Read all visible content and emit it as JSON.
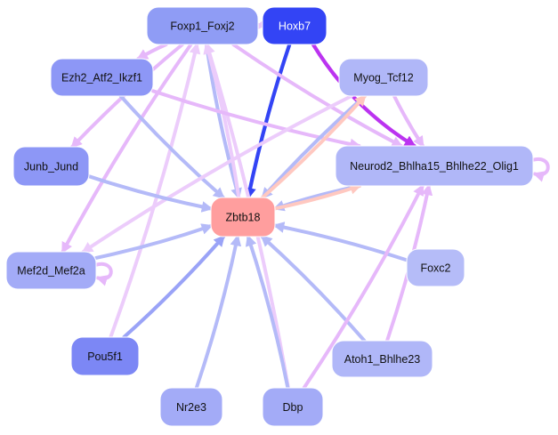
{
  "diagram": {
    "type": "gene-regulatory-network",
    "nodes": [
      {
        "id": "Foxp1_Foxj2",
        "label": "Foxp1_Foxj2",
        "fill": "#8f9cf5",
        "text_color": "#111111"
      },
      {
        "id": "Hoxb7",
        "label": "Hoxb7",
        "fill": "#3344f5",
        "text_color": "#ffffff"
      },
      {
        "id": "Ezh2_Atf2_Ikzf1",
        "label": "Ezh2_Atf2_Ikzf1",
        "fill": "#8d97f6",
        "text_color": "#111111"
      },
      {
        "id": "Myog_Tcf12",
        "label": "Myog_Tcf12",
        "fill": "#b0b7f8",
        "text_color": "#111111"
      },
      {
        "id": "Junb_Jund",
        "label": "Junb_Jund",
        "fill": "#8d97f6",
        "text_color": "#111111"
      },
      {
        "id": "Neurod2_Bhlha15_Bhlhe22_Olig1",
        "label": "Neurod2_Bhlha15_Bhlhe22_Olig1",
        "fill": "#b0b7f8",
        "text_color": "#111111"
      },
      {
        "id": "Zbtb18",
        "label": "Zbtb18",
        "fill": "#ff9e9e",
        "text_color": "#111111"
      },
      {
        "id": "Mef2d_Mef2a",
        "label": "Mef2d_Mef2a",
        "fill": "#a3abf7",
        "text_color": "#111111"
      },
      {
        "id": "Foxc2",
        "label": "Foxc2",
        "fill": "#b5bcf8",
        "text_color": "#111111"
      },
      {
        "id": "Pou5f1",
        "label": "Pou5f1",
        "fill": "#7c87f5",
        "text_color": "#111111"
      },
      {
        "id": "Atoh1_Bhlhe23",
        "label": "Atoh1_Bhlhe23",
        "fill": "#b0b7f8",
        "text_color": "#111111"
      },
      {
        "id": "Nr2e3",
        "label": "Nr2e3",
        "fill": "#a3abf7",
        "text_color": "#111111"
      },
      {
        "id": "Dbp",
        "label": "Dbp",
        "fill": "#a3abf7",
        "text_color": "#111111"
      }
    ],
    "edges": [
      {
        "from": "Hoxb7",
        "to": "Zbtb18",
        "color": "#3344f5"
      },
      {
        "from": "Hoxb7",
        "to": "Neurod2_Bhlha15_Bhlhe22_Olig1",
        "color": "#bb33f0"
      },
      {
        "from": "Foxp1_Foxj2",
        "to": "Hoxb7",
        "color": "#e8c8fa"
      },
      {
        "from": "Hoxb7",
        "to": "Foxp1_Foxj2",
        "color": "#e8c8fa"
      },
      {
        "from": "Foxp1_Foxj2",
        "to": "Zbtb18",
        "color": "#b4baf8"
      },
      {
        "from": "Foxp1_Foxj2",
        "to": "Neurod2_Bhlha15_Bhlhe22_Olig1",
        "color": "#e6b8fa"
      },
      {
        "from": "Foxp1_Foxj2",
        "to": "Junb_Jund",
        "color": "#e6b8fa"
      },
      {
        "from": "Foxp1_Foxj2",
        "to": "Mef2d_Mef2a",
        "color": "#e6b8fa"
      },
      {
        "from": "Foxp1_Foxj2",
        "to": "Ezh2_Atf2_Ikzf1",
        "color": "#e6b8fa"
      },
      {
        "from": "Pou5f1",
        "to": "Foxp1_Foxj2",
        "color": "#ecccfb"
      },
      {
        "from": "Dbp",
        "to": "Foxp1_Foxj2",
        "color": "#ecccfb"
      },
      {
        "from": "Zbtb18",
        "to": "Foxp1_Foxj2",
        "color": "#ecccfb"
      },
      {
        "from": "Ezh2_Atf2_Ikzf1",
        "to": "Zbtb18",
        "color": "#b4baf8"
      },
      {
        "from": "Ezh2_Atf2_Ikzf1",
        "to": "Neurod2_Bhlha15_Bhlhe22_Olig1",
        "color": "#e6b8fa"
      },
      {
        "from": "Myog_Tcf12",
        "to": "Zbtb18",
        "color": "#b4baf8"
      },
      {
        "from": "Zbtb18",
        "to": "Myog_Tcf12",
        "color": "#ffc8c0"
      },
      {
        "from": "Myog_Tcf12",
        "to": "Mef2d_Mef2a",
        "color": "#ecccfb"
      },
      {
        "from": "Myog_Tcf12",
        "to": "Neurod2_Bhlha15_Bhlhe22_Olig1",
        "color": "#e6b8fa"
      },
      {
        "from": "Neurod2_Bhlha15_Bhlhe22_Olig1",
        "to": "Zbtb18",
        "color": "#b4baf8"
      },
      {
        "from": "Zbtb18",
        "to": "Neurod2_Bhlha15_Bhlhe22_Olig1",
        "color": "#ffc8c0"
      },
      {
        "from": "Neurod2_Bhlha15_Bhlhe22_Olig1",
        "to": "Neurod2_Bhlha15_Bhlhe22_Olig1",
        "color": "#e6b8fa",
        "self_loop": true
      },
      {
        "from": "Junb_Jund",
        "to": "Zbtb18",
        "color": "#b4baf8"
      },
      {
        "from": "Mef2d_Mef2a",
        "to": "Zbtb18",
        "color": "#b4baf8"
      },
      {
        "from": "Mef2d_Mef2a",
        "to": "Mef2d_Mef2a",
        "color": "#e6b8fa",
        "self_loop": true
      },
      {
        "from": "Foxc2",
        "to": "Zbtb18",
        "color": "#b4baf8"
      },
      {
        "from": "Pou5f1",
        "to": "Zbtb18",
        "color": "#9aa3f7"
      },
      {
        "from": "Atoh1_Bhlhe23",
        "to": "Zbtb18",
        "color": "#b4baf8"
      },
      {
        "from": "Atoh1_Bhlhe23",
        "to": "Neurod2_Bhlha15_Bhlhe22_Olig1",
        "color": "#e6b8fa"
      },
      {
        "from": "Nr2e3",
        "to": "Zbtb18",
        "color": "#b4baf8"
      },
      {
        "from": "Dbp",
        "to": "Zbtb18",
        "color": "#b4baf8"
      },
      {
        "from": "Dbp",
        "to": "Neurod2_Bhlha15_Bhlhe22_Olig1",
        "color": "#e6b8fa"
      }
    ]
  }
}
